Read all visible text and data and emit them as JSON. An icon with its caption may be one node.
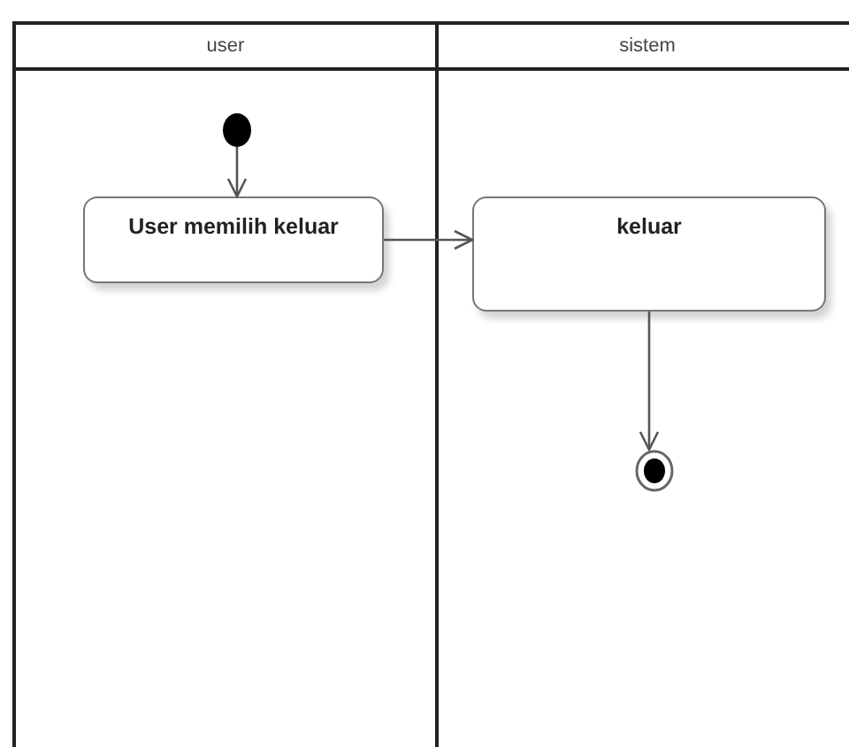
{
  "diagram": {
    "nodes": [
      {
        "text": [
          "user"
        ]
      },
      {
        "text": [
          "sistem"
        ]
      },
      {
        "text": [],
        "shape": "circle",
        "in": 0
      },
      {
        "text": [
          "User memilih keluar"
        ],
        "in": 0
      },
      {
        "text": [
          "keluar"
        ],
        "in": 1
      },
      {
        "text": [],
        "shape": "bullseye",
        "in": 1
      }
    ],
    "edges": [
      {
        "from": 2,
        "to": 3,
        "arrow": "to"
      },
      {
        "from": 3,
        "to": 4,
        "arrow": "to"
      },
      {
        "from": 4,
        "to": 5,
        "arrow": "to"
      }
    ]
  }
}
